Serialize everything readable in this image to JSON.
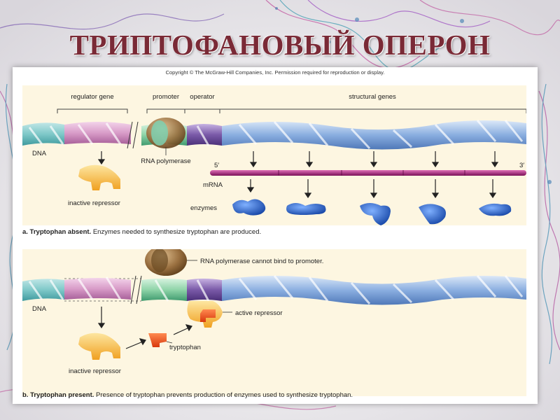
{
  "title": "ТРИПТОФАНОВЫЙ ОПЕРОН",
  "copyright": "Copyright © The McGraw-Hill Companies, Inc. Permission required for reproduction or display.",
  "panel_a": {
    "labels": {
      "regulator_gene": "regulator gene",
      "promoter": "promoter",
      "operator": "operator",
      "structural_genes": "structural genes",
      "dna": "DNA",
      "rna_polymerase": "RNA polymerase",
      "mrna": "mRNA",
      "five_prime": "5′",
      "three_prime": "3′",
      "enzymes": "enzymes",
      "inactive_repressor": "inactive repressor"
    },
    "caption_bold": "a. Tryptophan absent.",
    "caption_text": " Enzymes needed to synthesize tryptophan are produced."
  },
  "panel_b": {
    "labels": {
      "rna_polymerase_cannot_bind": "RNA polymerase cannot bind to promoter.",
      "dna": "DNA",
      "active_repressor": "active repressor",
      "tryptophan": "tryptophan",
      "inactive_repressor": "inactive repressor"
    },
    "caption_bold": "b. Tryptophan present.",
    "caption_text": " Presence of tryptophan prevents production of enzymes used to synthesize tryptophan."
  },
  "colors": {
    "title": "#7a2a36",
    "panel_bg": "#fdf6e1",
    "dna_teal": "#7ec8c8",
    "regulator_pink": "#d89cc8",
    "promoter_green": "#8fd4a8",
    "operator_purple": "#7a5aa8",
    "structural_blue": "#8aaee0",
    "mrna_magenta": "#a8207e",
    "enzyme_blue": "#1e5fc0",
    "repressor_yellow": "#f5c44a",
    "repressor_orange": "#f0a020",
    "tryptophan_red": "#e8441c",
    "polymerase_brown": "#9a7040"
  }
}
